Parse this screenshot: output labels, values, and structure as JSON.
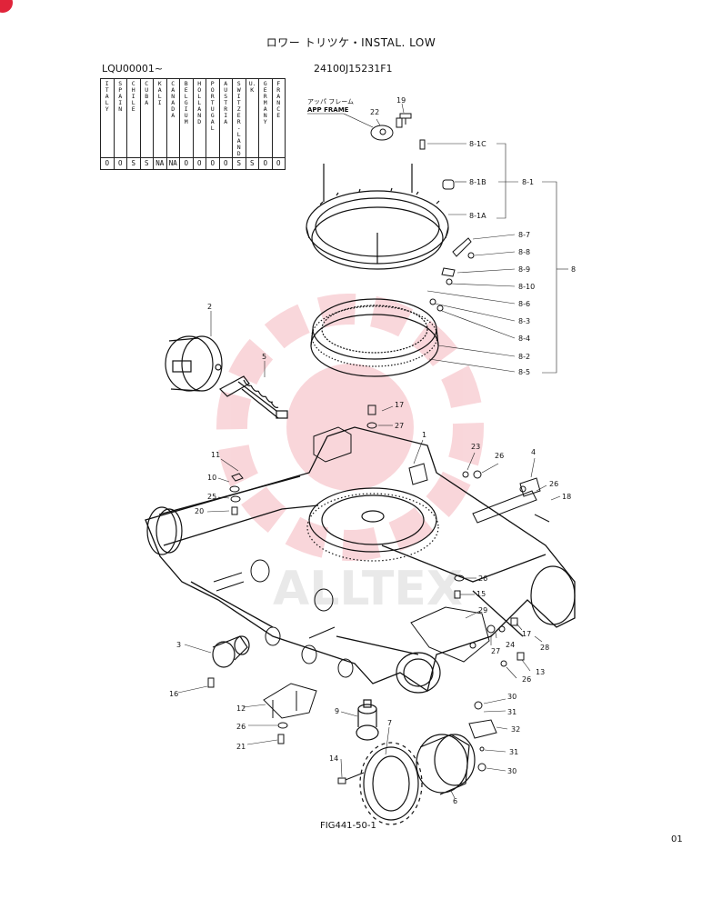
{
  "header": {
    "title": "ロワー トリツケ・INSTAL. LOW",
    "serial": "LQU00001~",
    "model": "24100J15231F1"
  },
  "country_table": {
    "countries": [
      "ITALY",
      "SPAIN",
      "CHILE",
      "CUBA",
      "KALI",
      "CANADA",
      "BELGIUM",
      "HOLLAND",
      "PORTUGAL",
      "AUSTRIA",
      "SWITZER-LAND",
      "U.K",
      "GERMANY",
      "FRANCE"
    ],
    "codes": [
      "O",
      "O",
      "S",
      "S",
      "NA",
      "NA",
      "O",
      "O",
      "O",
      "O",
      "S",
      "S",
      "O",
      "O"
    ]
  },
  "upper_frame_label": "アッパ フレーム\nAPP FRAME",
  "callouts": {
    "p1": "1",
    "p2": "2",
    "p3": "3",
    "p4": "4",
    "p5": "5",
    "p6": "6",
    "p7": "7",
    "p8": "8",
    "p9": "9",
    "p10": "10",
    "p11": "11",
    "p12": "12",
    "p13": "13",
    "p14": "14",
    "p15": "15",
    "p16": "16",
    "p17": "17",
    "p17b": "17",
    "p18": "18",
    "p19": "19",
    "p20": "20",
    "p21": "21",
    "p22": "22",
    "p23": "23",
    "p24": "24",
    "p25": "25",
    "p26a": "26",
    "p26b": "26",
    "p26c": "26",
    "p26d": "26",
    "p26e": "26",
    "p27a": "27",
    "p27b": "27",
    "p28": "28",
    "p29": "29",
    "p30a": "30",
    "p30b": "30",
    "p31a": "31",
    "p31b": "31",
    "p32": "32",
    "s81": "8-1",
    "s81a": "8-1A",
    "s81b": "8-1B",
    "s81c": "8-1C",
    "s82": "8-2",
    "s83": "8-3",
    "s84": "8-4",
    "s85": "8-5",
    "s86": "8-6",
    "s87": "8-7",
    "s88": "8-8",
    "s89": "8-9",
    "s810": "8-10"
  },
  "footer": {
    "figure": "FIG441-50-1",
    "page": "01"
  }
}
